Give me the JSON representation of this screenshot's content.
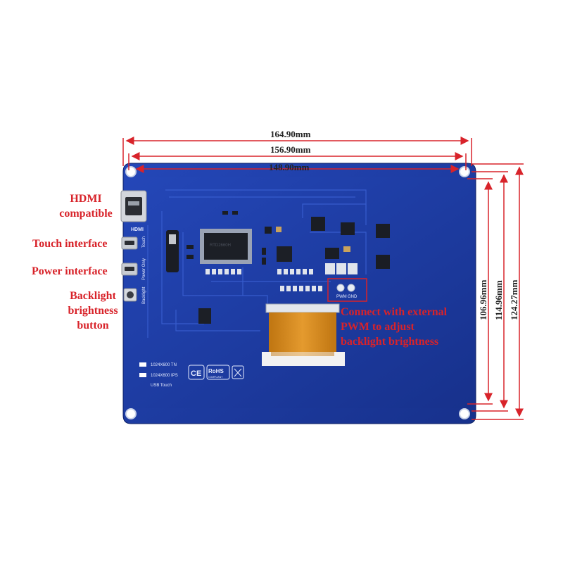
{
  "dimensions": {
    "width_outer": "164.90mm",
    "width_mid": "156.90mm",
    "width_inner": "148.90mm",
    "height_inner": "106.96mm",
    "height_mid": "114.96mm",
    "height_outer": "124.27mm"
  },
  "labels": {
    "hdmi_line1": "HDMI",
    "hdmi_line2": "compatible",
    "touch": "Touch interface",
    "power": "Power interface",
    "backlight_line1": "Backlight",
    "backlight_line2": "brightness",
    "backlight_line3": "button",
    "pwm_line1": "Connect with external",
    "pwm_line2": "PWM to adjust",
    "pwm_line3": "backlight brightness"
  },
  "silkscreen": {
    "hdmi": "HDMI",
    "touch": "Touch",
    "power_only": "Power Only",
    "backlight": "Backlight",
    "pwm": "PWM",
    "gnd": "GND",
    "option_tn": "1024X600 TN",
    "option_ips": "1024X600 IPS",
    "usb_touch": "USB Touch",
    "rohs": "RoHS",
    "compliant": "COMPLIANT",
    "ce": "CE"
  },
  "colors": {
    "accent_red": "#d8232a",
    "pcb_blue": "#1f3fa8",
    "flex_orange": "#d4881c"
  }
}
